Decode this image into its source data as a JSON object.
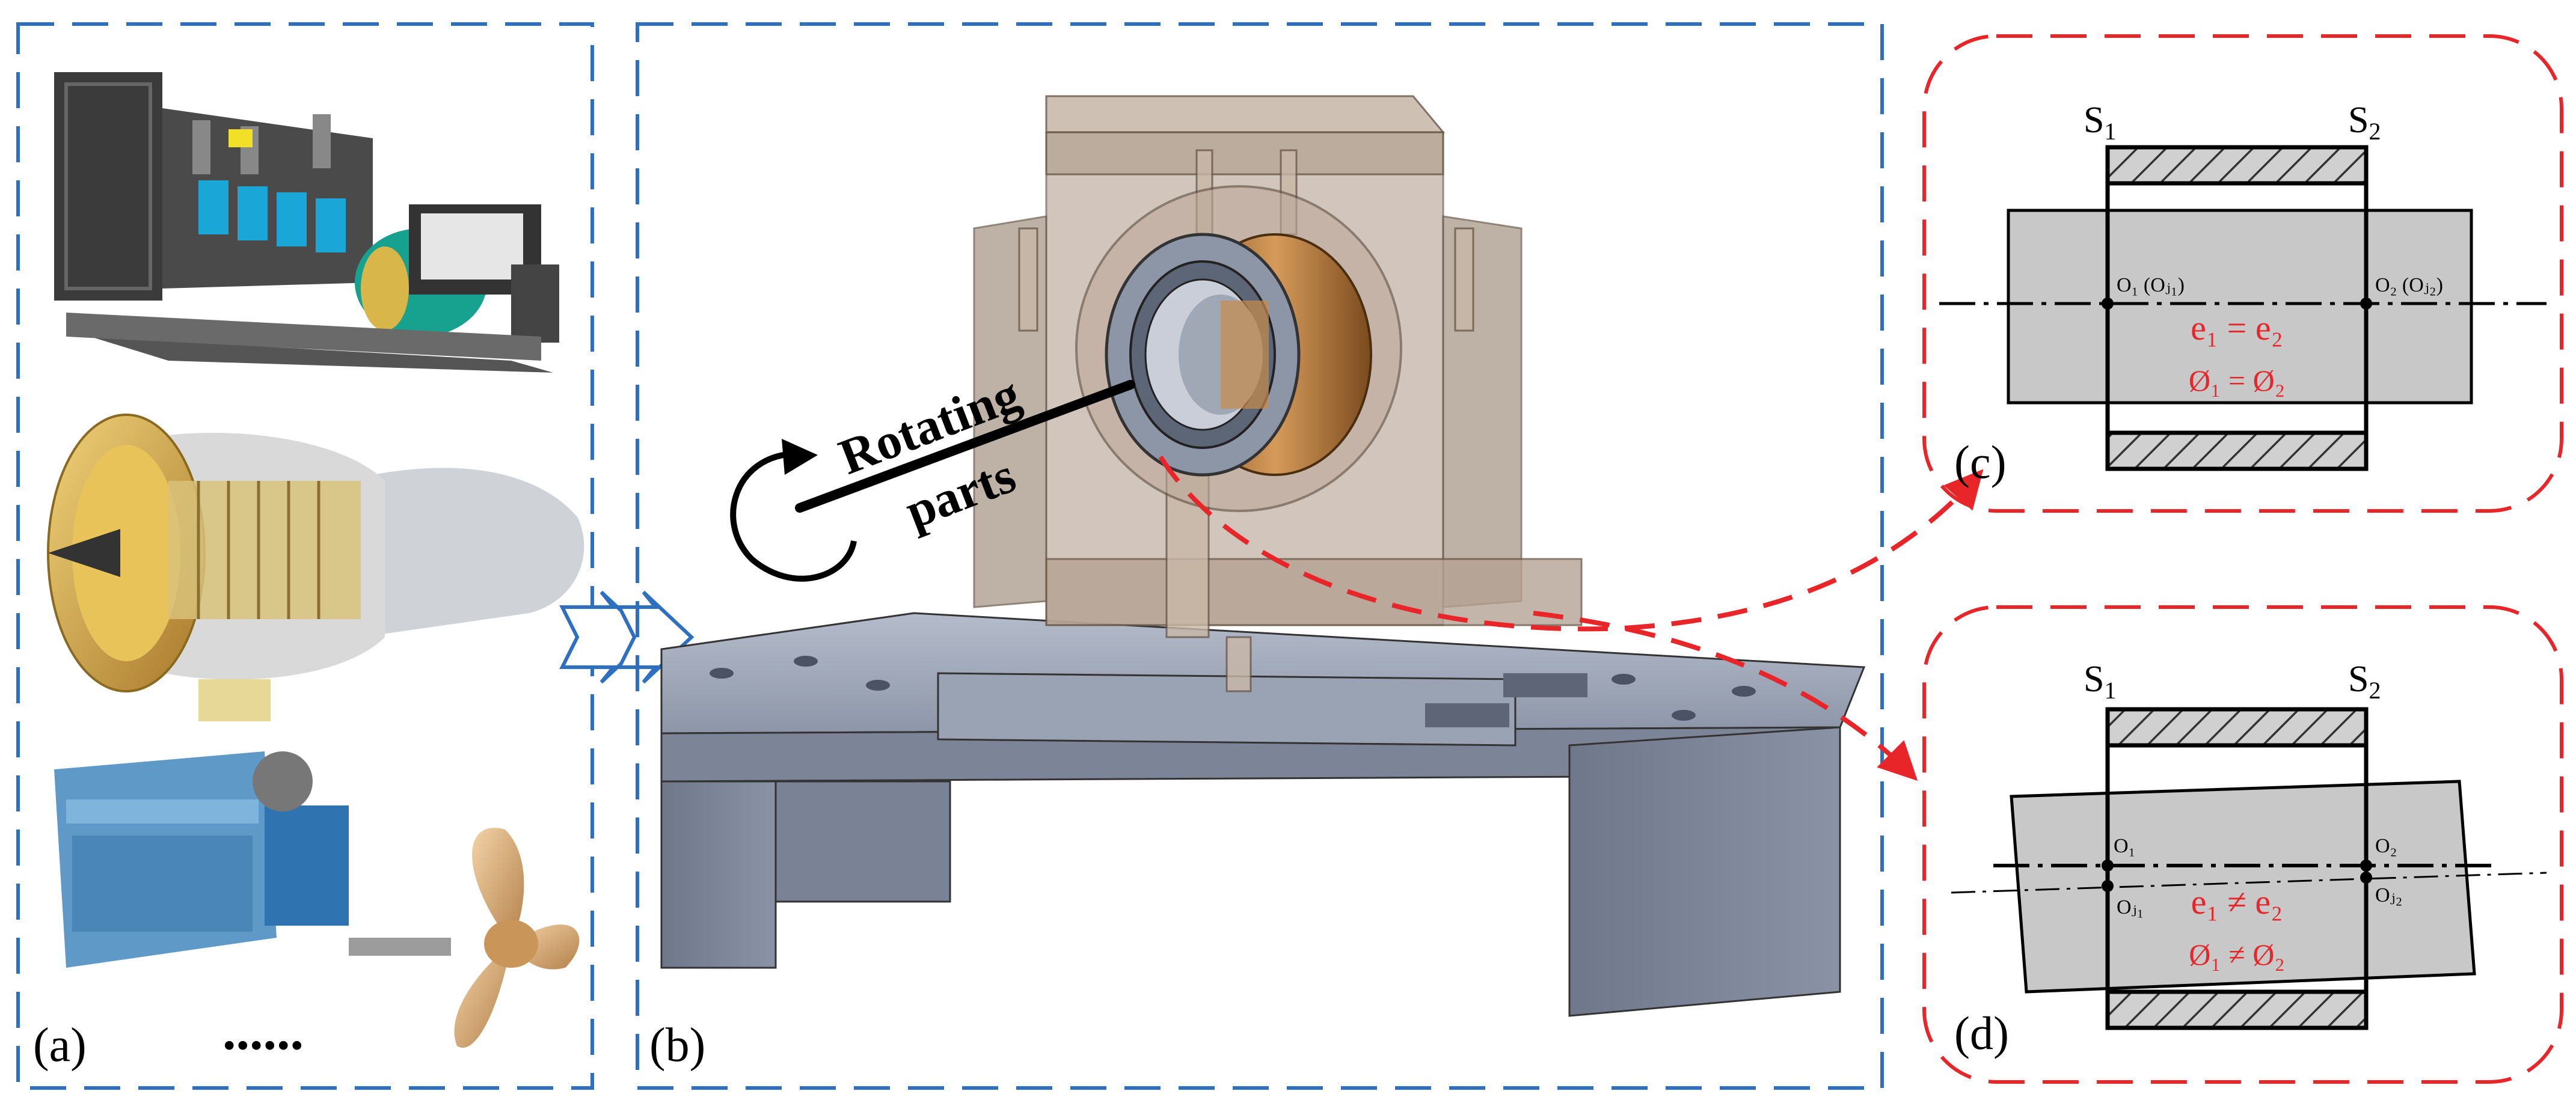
{
  "panels": {
    "a": {
      "label": "(a)",
      "ellipsis": "......"
    },
    "b": {
      "label": "(b)",
      "annotation_line1": "Rotating",
      "annotation_line2": "parts"
    },
    "c": {
      "label": "(c)",
      "s1_base": "S",
      "s1_sub": "1",
      "s2_base": "S",
      "s2_sub": "2",
      "o1_text": "O₁ (Oⱼ₁)",
      "o2_text": "O₂ (Oⱼ₂)",
      "eq1": "e₁ = e₂",
      "eq2": "Ø₁ = Ø₂"
    },
    "d": {
      "label": "(d)",
      "s1_base": "S",
      "s1_sub": "1",
      "s2_base": "S",
      "s2_sub": "2",
      "o1_text": "O₁",
      "o2_text": "O₂",
      "oj1_text": "Oⱼ₁",
      "oj2_text": "Oⱼ₂",
      "eq1": "e₁ ≠ e₂",
      "eq2": "Ø₁ ≠ Ø₂"
    }
  },
  "colors": {
    "blue_frame": "#2f6fc0",
    "red_frame": "#e8262a",
    "shaft_gray": "#c8c8c8",
    "annotation_red": "#e8262a",
    "steel": "#8a94a6",
    "housing": "#c9b8a8",
    "bronze": "#b07a3a"
  }
}
